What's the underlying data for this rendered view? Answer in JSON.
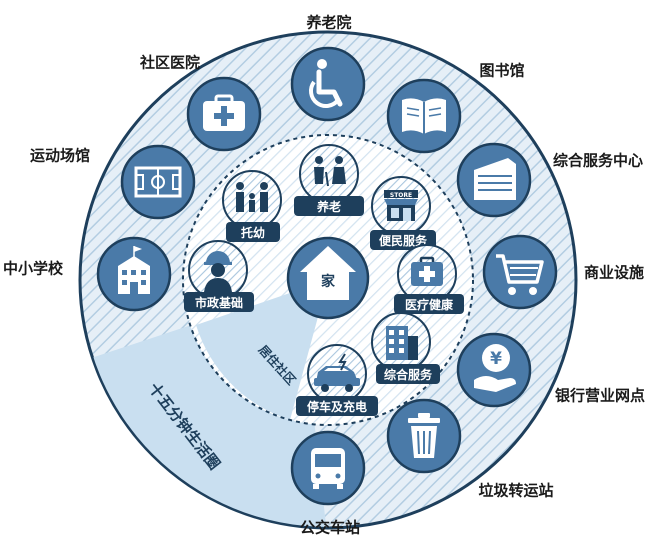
{
  "center": {
    "label": "家"
  },
  "outer_ring": [
    {
      "label": "养老院",
      "icon": "wheelchair-icon"
    },
    {
      "label": "图书馆",
      "icon": "book-icon"
    },
    {
      "label": "综合服务中心",
      "icon": "building-icon"
    },
    {
      "label": "商业设施",
      "icon": "shopping-cart-icon"
    },
    {
      "label": "银行营业网点",
      "icon": "yuan-hand-icon"
    },
    {
      "label": "垃圾转运站",
      "icon": "trash-can-icon"
    },
    {
      "label": "公交车站",
      "icon": "bus-icon"
    },
    {
      "label": "中小学校",
      "icon": "school-icon"
    },
    {
      "label": "运动场馆",
      "icon": "sports-field-icon"
    },
    {
      "label": "社区医院",
      "icon": "medical-kit-icon"
    }
  ],
  "inner_ring": [
    {
      "label": "养老",
      "icon": "elderly-couple-icon"
    },
    {
      "label": "便民服务",
      "icon": "store-icon"
    },
    {
      "label": "医疗健康",
      "icon": "first-aid-icon"
    },
    {
      "label": "综合服务",
      "icon": "office-building-icon"
    },
    {
      "label": "停车及充电",
      "icon": "car-charging-icon"
    },
    {
      "label": "市政基础",
      "icon": "worker-icon"
    },
    {
      "label": "托幼",
      "icon": "family-icon"
    }
  ],
  "store_sign": "STORE",
  "yuan_symbol": "¥",
  "zones": {
    "inner": "居住社区",
    "outer": "十五分钟生活圈"
  },
  "colors": {
    "dark_navy": "#1e3f5c",
    "circle_blue": "#4a7aa8",
    "light_blue": "#c9dff0",
    "outer_bg": "#e6eff7",
    "stripe": "#b3cde2"
  }
}
